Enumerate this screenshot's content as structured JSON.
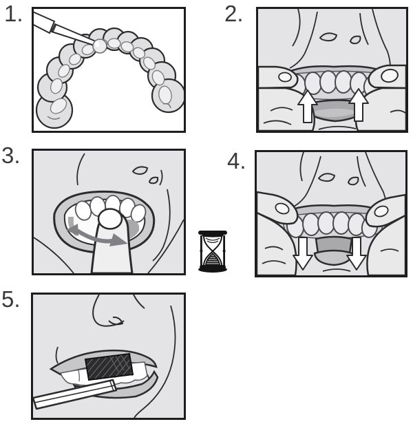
{
  "figure": {
    "kind": "instructional-diagram",
    "background": "#ffffff"
  },
  "steps": [
    {
      "label": "1.",
      "illustration": "syringe-apply-gel-to-tray-illustration"
    },
    {
      "label": "2.",
      "illustration": "insert-tray-over-upper-teeth-illustration",
      "arrow_direction": "up"
    },
    {
      "label": "3.",
      "illustration": "press-tray-with-finger-illustration",
      "arrow_direction": "sweep"
    },
    {
      "label": "4.",
      "illustration": "remove-tray-illustration",
      "arrow_direction": "down"
    },
    {
      "label": "5.",
      "illustration": "brush-teeth-illustration"
    }
  ],
  "timer": {
    "icon": "hourglass-icon"
  },
  "colors": {
    "panel_border": "#1d1d1f",
    "panel_background_gray": "#e4e4e6",
    "panel_background_white": "#ffffff",
    "outline": "#2b2b2d",
    "tray_gray": "#d8d8da",
    "tooth_light": "#ebebed",
    "lip_gray": "#c6c6c8",
    "mouth_dark": "#a9a9ac",
    "sweep_arrow_gray": "#818185",
    "brush_head_dark": "#2c2c2e",
    "label_text": "#39393b"
  }
}
